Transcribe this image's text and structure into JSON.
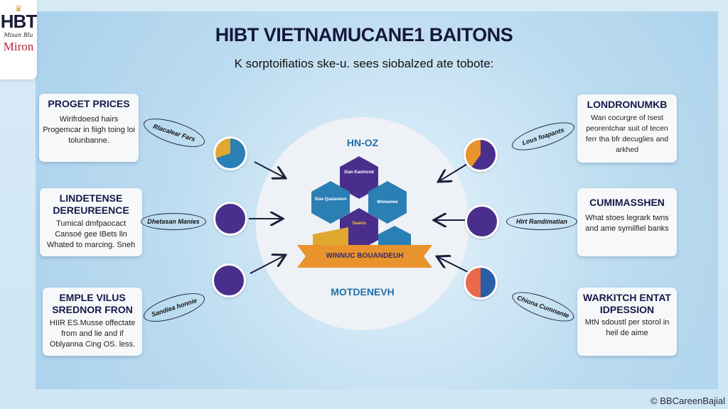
{
  "logo": {
    "crown_icon": "crown-icon",
    "brand": "HBT",
    "script": "Misan Blu",
    "name": "Miron"
  },
  "header": {
    "title": "HIBT VIETNAMUCANE1 BAITONS",
    "subtitle": "K sorptoifiatios ske-u. sees siobalzed ate tobote:"
  },
  "center": {
    "top_label": "HN-OZ",
    "bottom_label": "MOTDENEVH",
    "banner": "WINNUC BOUANDEUH",
    "hex_top": "Sian Kastnsnd",
    "hex_left": "Siue Quaianeon",
    "hex_right": "Mnneanee",
    "hex_mid": "Seanis"
  },
  "left_cards": [
    {
      "title": "PROGET PRICES",
      "body": "Wirifrdoesd hairs Progemcar in fiigh toing loi tolunbanne.",
      "tag": "Rlacalear Fars"
    },
    {
      "title": "LINDETENSE DEREUREENCE",
      "body": "Tumical dmfpaocact Cansoé gee IBets lin Whated to marcing. Sneh",
      "tag": "Dhetasan Manies"
    },
    {
      "title": "EMPLE VILUS SREDNOR FRON",
      "body": "HIIR ES.Mussе offectate from and lie and if Oblyanna Cing OS. less.",
      "tag": "Sandiea honnie"
    }
  ],
  "right_cards": [
    {
      "title": "LONDRONUMKB",
      "body": "Wan cocurgre of Isest peorentchar suit of tecen ferr tha bfr decuglies and arkhed",
      "tag": "Lous foapants"
    },
    {
      "title": "CUMIMASSHEN",
      "body": "What stoes legrark twns and ame symilfiel banks",
      "tag": "Hirt Randimatian"
    },
    {
      "title": "WARKITCH ENTAT IDPESSION",
      "body": "MtN sdoustl per storol in heil de aime",
      "tag": "Chiona Cumnante"
    }
  ],
  "footer": {
    "copyright": "© BBCareenBajial"
  },
  "colors": {
    "navy": "#17184a",
    "purple": "#4a2e8c",
    "blue": "#2a7fb5",
    "orange": "#e8932c"
  }
}
